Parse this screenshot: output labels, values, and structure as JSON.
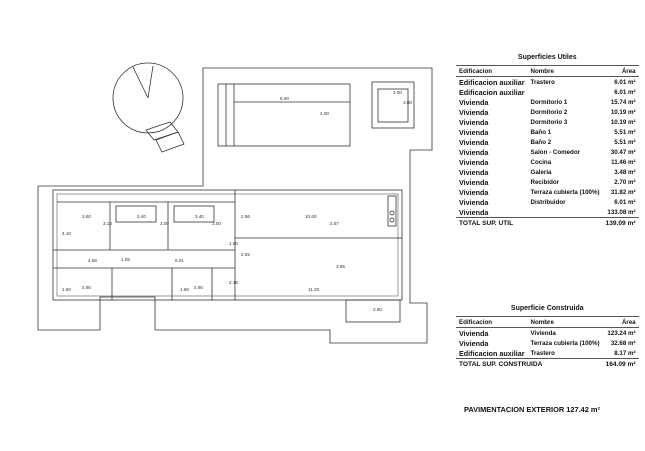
{
  "floor_plan": {
    "dimensions": [
      "6.00",
      "4.00",
      "2.00",
      "3.00",
      "3.60",
      "3.40",
      "3.40",
      "10.60",
      "2.57",
      "4.10",
      "3.10",
      "3.00",
      "3.00",
      "4.58",
      "1.05",
      "6.01",
      "1.80",
      "2.56",
      "2.92",
      "3.85",
      "1.60",
      "2.90",
      "1.60",
      "2.90",
      "2.15",
      "11.30",
      "2.90"
    ]
  },
  "utiles": {
    "title": "Superficies Utiles",
    "headers": [
      "Edificacion",
      "Nombre",
      "Área"
    ],
    "rows": [
      [
        "Edificacion auxiliar",
        "Trastero",
        "6.01 m²"
      ],
      [
        "Edificacion auxiliar",
        "",
        "6.01 m²"
      ],
      [
        "Vivienda",
        "Dormitorio 1",
        "15.74 m²"
      ],
      [
        "Vivienda",
        "Dormitorio 2",
        "10.19 m²"
      ],
      [
        "Vivienda",
        "Dormitorio 3",
        "10.19 m²"
      ],
      [
        "Vivienda",
        "Baño 1",
        "5.51 m²"
      ],
      [
        "Vivienda",
        "Baño 2",
        "5.51 m²"
      ],
      [
        "Vivienda",
        "Salon - Comedor",
        "30.47 m²"
      ],
      [
        "Vivienda",
        "Cocina",
        "11.46 m²"
      ],
      [
        "Vivienda",
        "Galeria",
        "3.48 m²"
      ],
      [
        "Vivienda",
        "Recibidor",
        "2.70 m²"
      ],
      [
        "Vivienda",
        "Terraza cubierta (100%)",
        "31.82 m²"
      ],
      [
        "Vivienda",
        "Distribuidor",
        "6.01 m²"
      ],
      [
        "Vivienda",
        "",
        "133.08 m²"
      ]
    ],
    "total_label": "TOTAL SUP. UTIL",
    "total_value": "139.09 m²"
  },
  "construida": {
    "title": "Superficie Construida",
    "headers": [
      "Edificacion",
      "Nombre",
      "Área"
    ],
    "rows": [
      [
        "Vivienda",
        "Vivienda",
        "123.24 m²"
      ],
      [
        "Vivienda",
        "Terraza cubierta (100%)",
        "32.68 m²"
      ],
      [
        "Edificacion auxiliar",
        "Trastero",
        "8.17 m²"
      ]
    ],
    "total_label": "TOTAL SUP. CONSTRUIDA",
    "total_value": "164.09 m²"
  },
  "pavimentacion": "PAVIMENTACION EXTERIOR 127.42 m²"
}
